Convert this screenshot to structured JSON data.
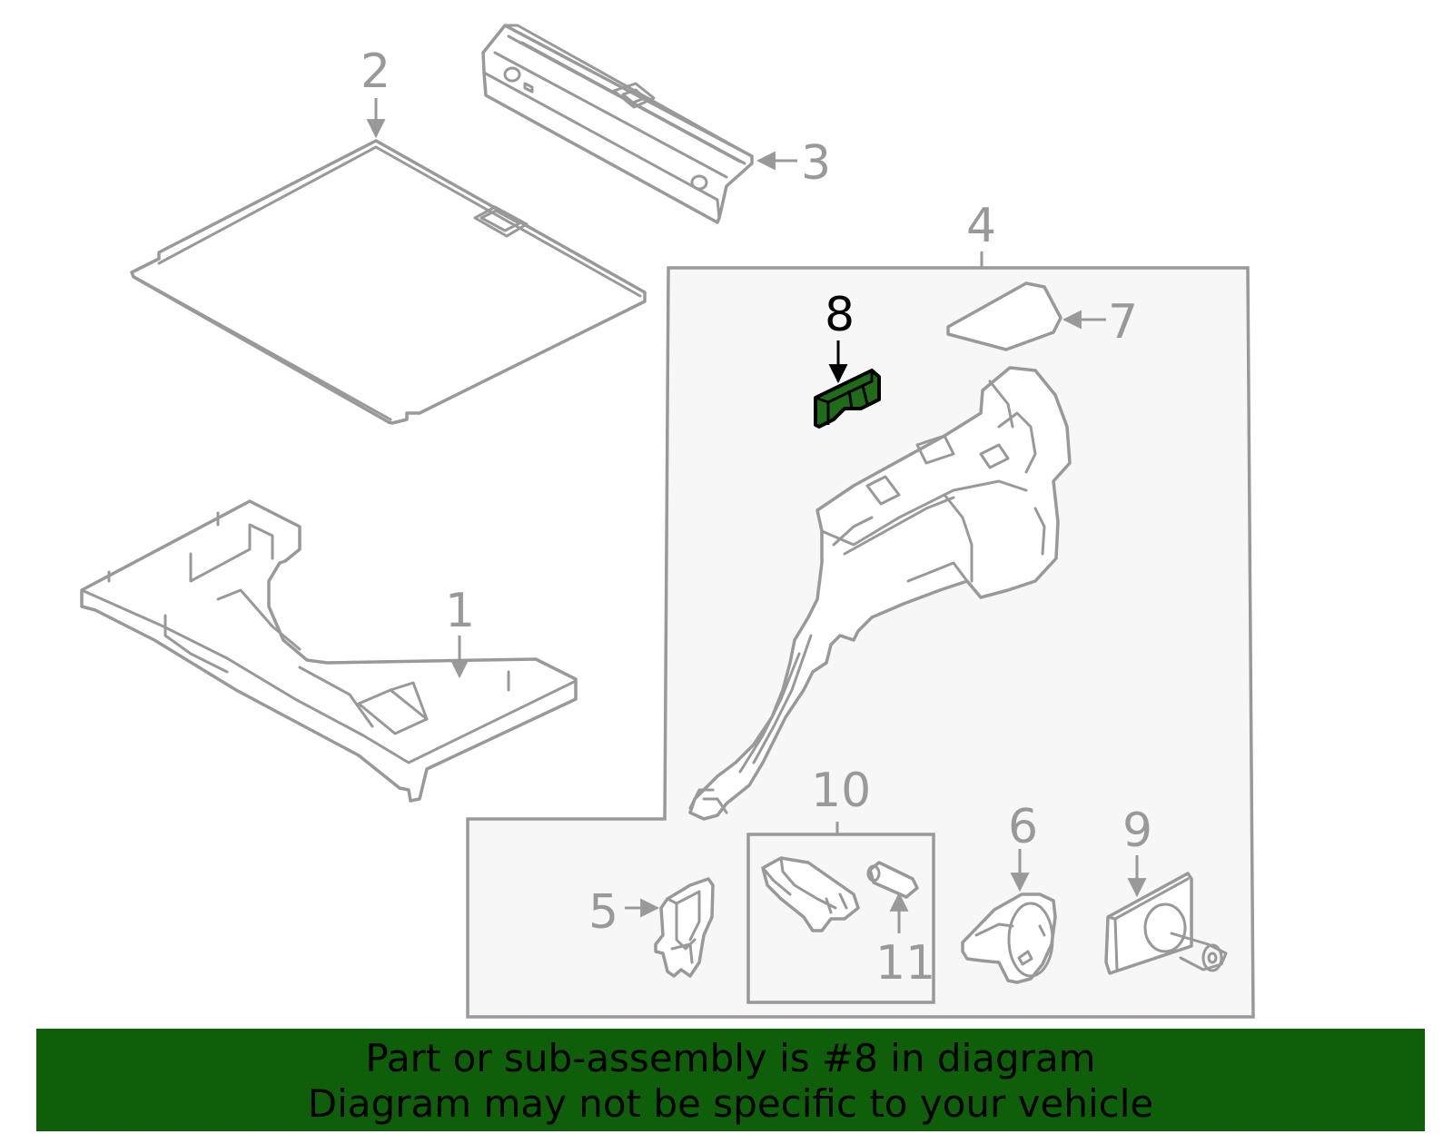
{
  "diagram": {
    "callouts": {
      "c1": "1",
      "c2": "2",
      "c3": "3",
      "c4": "4",
      "c5": "5",
      "c6": "6",
      "c7": "7",
      "c8": "8",
      "c9": "9",
      "c10": "10",
      "c11": "11"
    },
    "highlight_part": "8",
    "colors": {
      "line": "#999999",
      "highlight_fill": "#1f6b1a",
      "banner_bg": "#0f5f0a",
      "box_fill": "#f7f7f7"
    }
  },
  "banner": {
    "line1": "Part or sub-assembly is #8 in diagram",
    "line2": "Diagram may not be specific to your vehicle"
  }
}
